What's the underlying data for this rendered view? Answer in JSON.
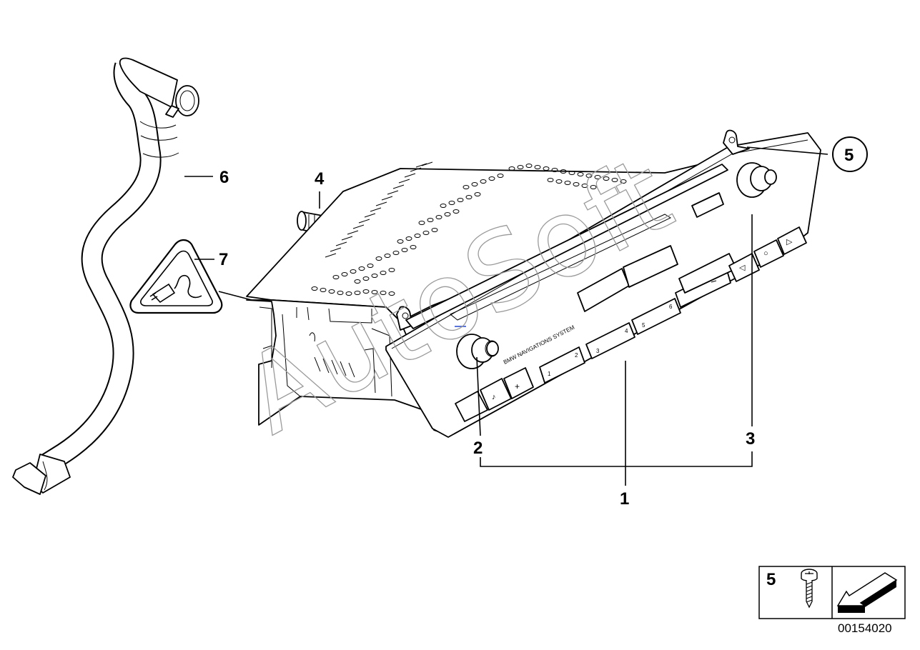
{
  "callouts": {
    "c1": "1",
    "c2": "2",
    "c3": "3",
    "c4": "4",
    "c5": "5",
    "c6": "6",
    "c7": "7"
  },
  "unit_label": "BMW NAVIGATIONS SYSTEM",
  "preset_buttons": [
    "1",
    "2",
    "3",
    "4",
    "5",
    "6"
  ],
  "control_symbols": {
    "plus": "+",
    "minus": "−",
    "note": "♪",
    "left": "◁",
    "circle": "○",
    "right": "▷"
  },
  "watermark": "AutoSoft",
  "legend": {
    "number": "5"
  },
  "image_number": "00154020"
}
